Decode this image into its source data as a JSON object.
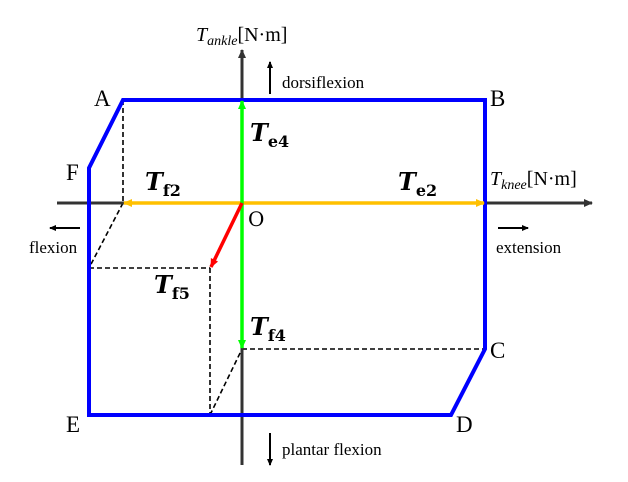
{
  "axes": {
    "y_label_var": "T",
    "y_label_sub": "ankle",
    "y_label_unit": "[N·m]",
    "x_label_var": "T",
    "x_label_sub": "knee",
    "x_label_unit": "[N·m]",
    "origin": "O"
  },
  "directions": {
    "up": "dorsiflexion",
    "down": "plantar flexion",
    "left": "flexion",
    "right": "extension"
  },
  "vertices": [
    "A",
    "B",
    "C",
    "D",
    "E",
    "F"
  ],
  "vectors": {
    "e4": {
      "var": "T",
      "sub": "e4"
    },
    "f2": {
      "var": "T",
      "sub": "f2"
    },
    "e2": {
      "var": "T",
      "sub": "e2"
    },
    "f5": {
      "var": "T",
      "sub": "f5"
    },
    "f4": {
      "var": "T",
      "sub": "f4"
    }
  },
  "colors": {
    "boundary": "#0000ff",
    "knee_vectors": "#ffc000",
    "ankle_vectors": "#00ff00",
    "combined_vector": "#ff0000",
    "axes": "#333333"
  }
}
